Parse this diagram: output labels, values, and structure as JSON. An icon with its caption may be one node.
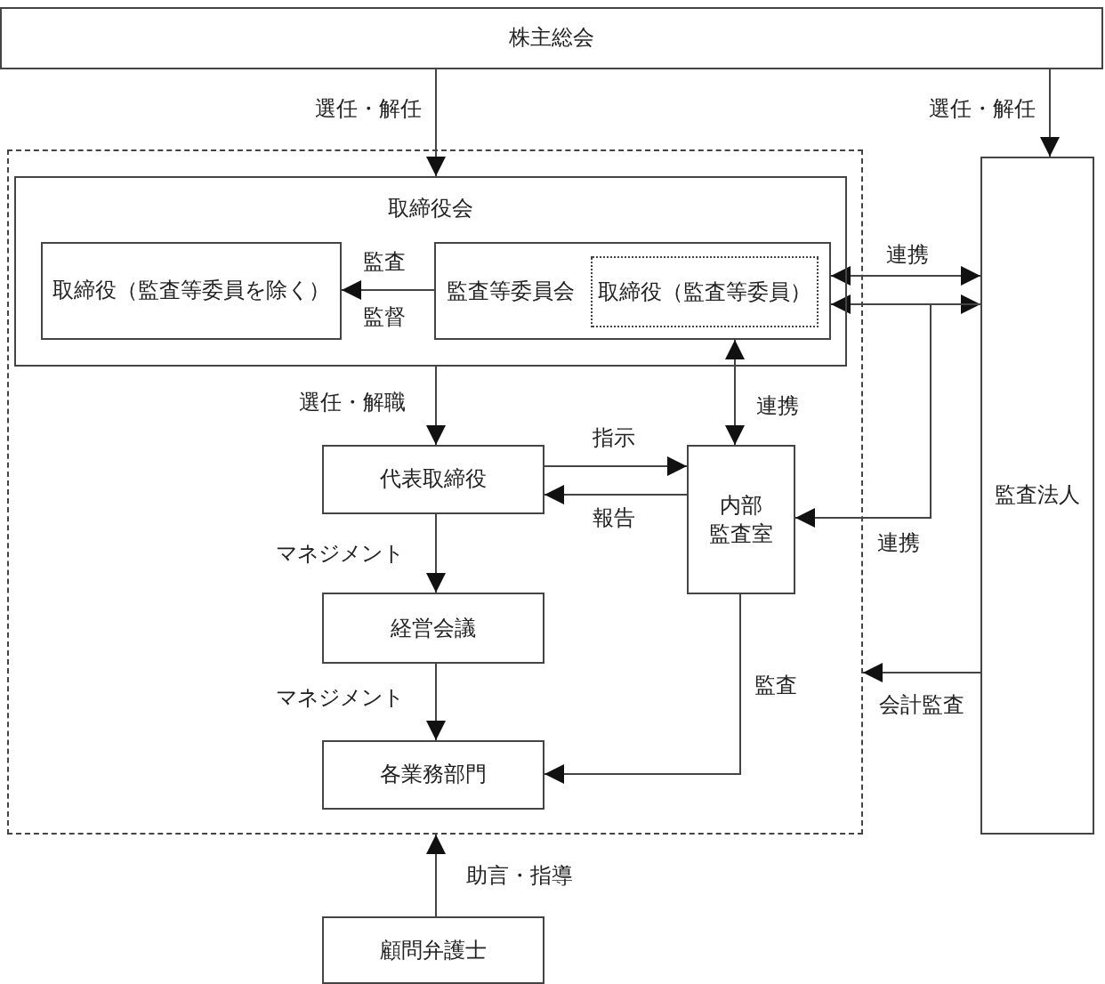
{
  "diagram": {
    "nodes": [
      {
        "text": [
          "株主総会"
        ]
      },
      {
        "text": [],
        "shape": "box"
      },
      {
        "text": [
          "取締役会"
        ],
        "in": 1
      },
      {
        "text": [
          "取締役（監査等委員を除く）"
        ],
        "in": 2
      },
      {
        "text": [
          "監査等委員会"
        ],
        "in": 2
      },
      {
        "text": [
          "取締役（監査等委員）"
        ],
        "in": 4
      },
      {
        "text": [
          "代表取締役"
        ],
        "in": 1
      },
      {
        "text": [
          "内部監査室"
        ],
        "in": 1
      },
      {
        "text": [
          "経営会議"
        ],
        "in": 1
      },
      {
        "text": [
          "各業務部門"
        ],
        "in": 1
      },
      {
        "text": [
          "監査法人"
        ]
      },
      {
        "text": [
          "顧問弁護士"
        ]
      }
    ],
    "edges": [
      {
        "from": 0,
        "to": 2,
        "arrow": "to",
        "label": "選任・解任"
      },
      {
        "from": 0,
        "to": 10,
        "arrow": "to",
        "label": "選任・解任"
      },
      {
        "from": 4,
        "to": 3,
        "arrow": "to",
        "label": "監査"
      },
      {
        "from": 4,
        "to": 10,
        "arrow": "both",
        "label": "連携"
      },
      {
        "from": 4,
        "to": 10,
        "arrow": "both"
      },
      {
        "from": 10,
        "to": 7,
        "arrow": "to",
        "label": "連携"
      },
      {
        "from": 4,
        "to": 7,
        "arrow": "both",
        "label": "連携"
      },
      {
        "from": 2,
        "to": 6,
        "arrow": "to",
        "label": "選任・解職"
      },
      {
        "from": 6,
        "to": 7,
        "arrow": "to",
        "label": "指示"
      },
      {
        "from": 7,
        "to": 6,
        "arrow": "to",
        "label": "報告"
      },
      {
        "from": 6,
        "to": 8,
        "arrow": "to",
        "label": "マネジメント"
      },
      {
        "from": 8,
        "to": 9,
        "arrow": "to",
        "label": "マネジメント"
      },
      {
        "from": 7,
        "to": 9,
        "arrow": "to",
        "label": "監査"
      },
      {
        "from": 10,
        "to": 1,
        "arrow": "to",
        "label": "会計監査"
      },
      {
        "from": 11,
        "to": 1,
        "arrow": "to",
        "label": "助言・指導"
      }
    ],
    "labels": [
      "監督"
    ]
  }
}
